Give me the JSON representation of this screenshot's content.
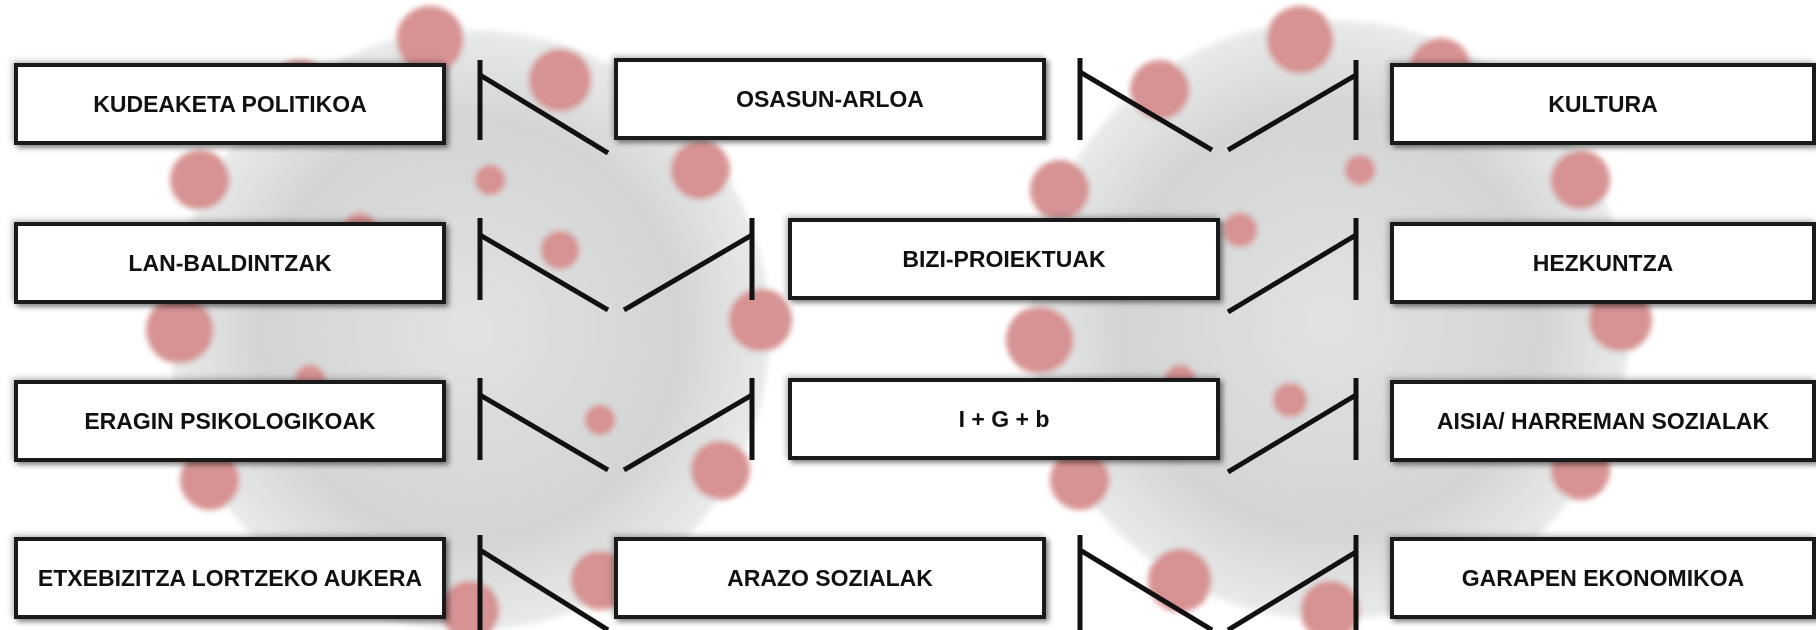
{
  "diagram": {
    "background_motif": "coronavirus-particles",
    "colors": {
      "box_border": "#1a1a1a",
      "connector": "#111111",
      "virus_red": "#b83a3a",
      "virus_grey": "#9aa0a0"
    },
    "left_column": [
      {
        "label": "KUDEAKETA POLITIKOA"
      },
      {
        "label": "LAN-BALDINTZAK"
      },
      {
        "label": "ERAGIN PSIKOLOGIKOAK"
      },
      {
        "label": "ETXEBIZITZA LORTZEKO AUKERA"
      }
    ],
    "center_column": [
      {
        "label": "OSASUN-ARLOA"
      },
      {
        "label": "BIZI-PROIEKTUAK"
      },
      {
        "label": "I + G + b"
      },
      {
        "label": "ARAZO SOZIALAK"
      }
    ],
    "right_column": [
      {
        "label": "KULTURA"
      },
      {
        "label": "HEZKUNTZA"
      },
      {
        "label": "AISIA/ HARREMAN SOZIALAK"
      },
      {
        "label": "GARAPEN EKONOMIKOA"
      }
    ]
  }
}
